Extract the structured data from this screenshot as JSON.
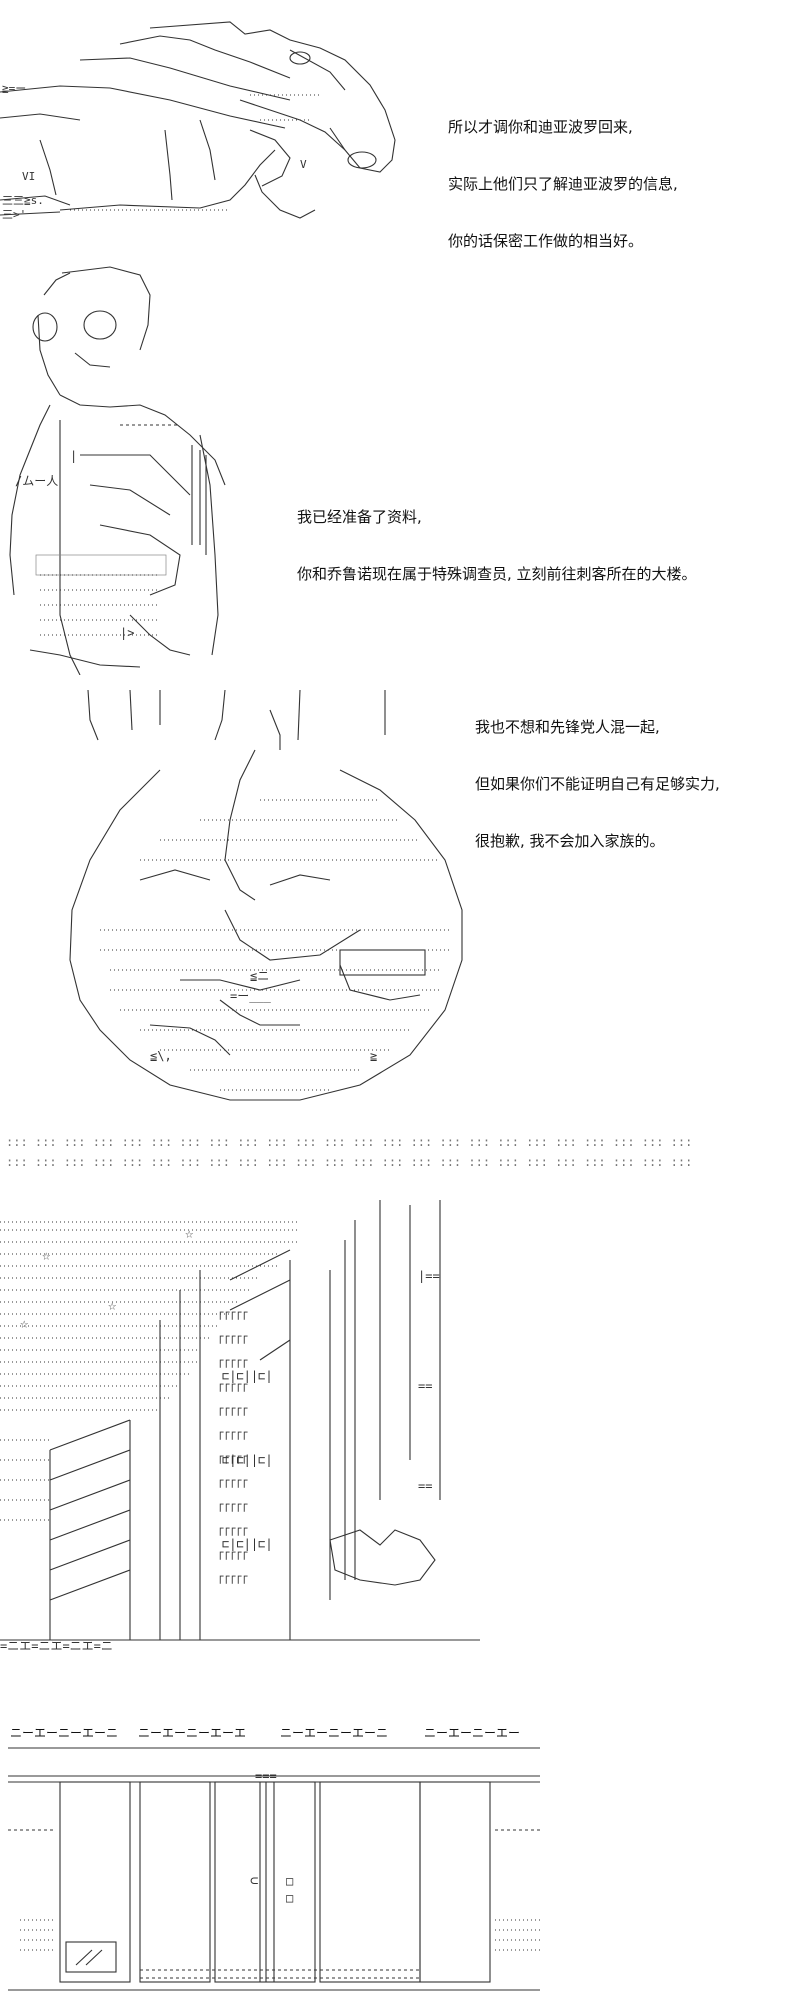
{
  "panels": [
    {
      "caption_lines": [
        "所以才调你和迪亚波罗回来,",
        "实际上他们只了解迪亚波罗的信息,",
        "你的话保密工作做的相当好。"
      ]
    },
    {
      "caption_lines": [
        "我已经准备了资料,",
        "你和乔鲁诺现在属于特殊调查员, 立刻前往刺客所在的大楼。"
      ]
    },
    {
      "caption_lines": [
        "我也不想和先锋党人混一起,",
        "但如果你们不能证明自己有足够实力,",
        "很抱歉, 我不会加入家族的。"
      ]
    }
  ],
  "divider_pattern": "::: ::: ::: ::: ::: ::: ::: ::: ::: ::: ::: ::: ::: ::: ::: ::: ::: ::: ::: ::: ::: ::: ::: :::",
  "building_signs": [
    "ニーエーニーエーニ",
    "ニーエーニーエーエ",
    "ニーエーニーエーニ",
    "ニーエーニーエー"
  ],
  "icons": {
    "hand": "hand-illustration-icon",
    "figure": "standing-figure-illustration-icon",
    "head": "hooded-head-illustration-icon",
    "city": "city-skyline-illustration-icon",
    "door": "building-entrance-illustration-icon"
  }
}
